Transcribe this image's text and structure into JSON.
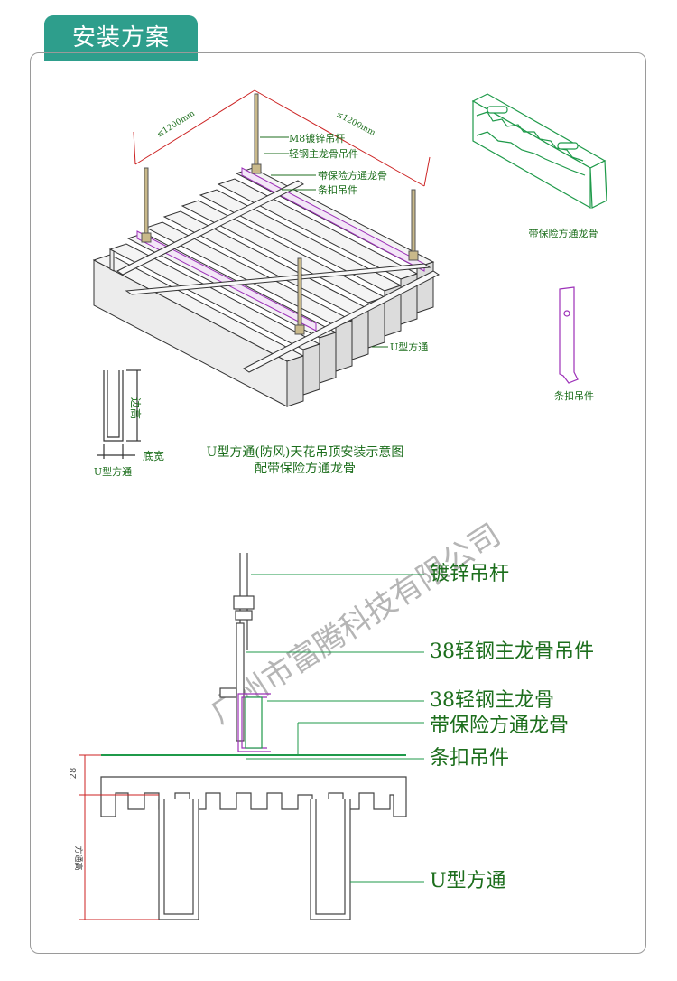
{
  "header": {
    "title": "安装方案"
  },
  "watermark": "广州市富腾科技有限公司",
  "top_diagram": {
    "dim_left": "≤1200mm",
    "dim_right": "≤1200mm",
    "labels": {
      "rod": "M8镀锌吊杆",
      "main_hanger": "轻钢主龙骨吊件",
      "keel": "带保险方通龙骨",
      "clip": "条扣吊件",
      "u_profile": "U型方通"
    },
    "caption_line1": "U型方通(防风)天花吊顶安装示意图",
    "caption_line2": "配带保险方通龙骨"
  },
  "side_parts": {
    "keel_label": "带保险方通龙骨",
    "clip_label": "条扣吊件"
  },
  "profile": {
    "height_label": "边高",
    "width_label": "底宽",
    "name": "U型方通"
  },
  "bottom_diagram": {
    "labels": {
      "rod": "镀锌吊杆",
      "hanger": "38轻钢主龙骨吊件",
      "main_keel": "38轻钢主龙骨",
      "keel": "带保险方通龙骨",
      "clip": "条扣吊件",
      "u_profile": "U型方通"
    },
    "dim_28": "28",
    "dim_height": "方通高"
  },
  "colors": {
    "accent": "#2e9e8c",
    "label_green": "#1c6e1c",
    "purple": "#9c30b8",
    "line_green": "#1f9a4a"
  }
}
